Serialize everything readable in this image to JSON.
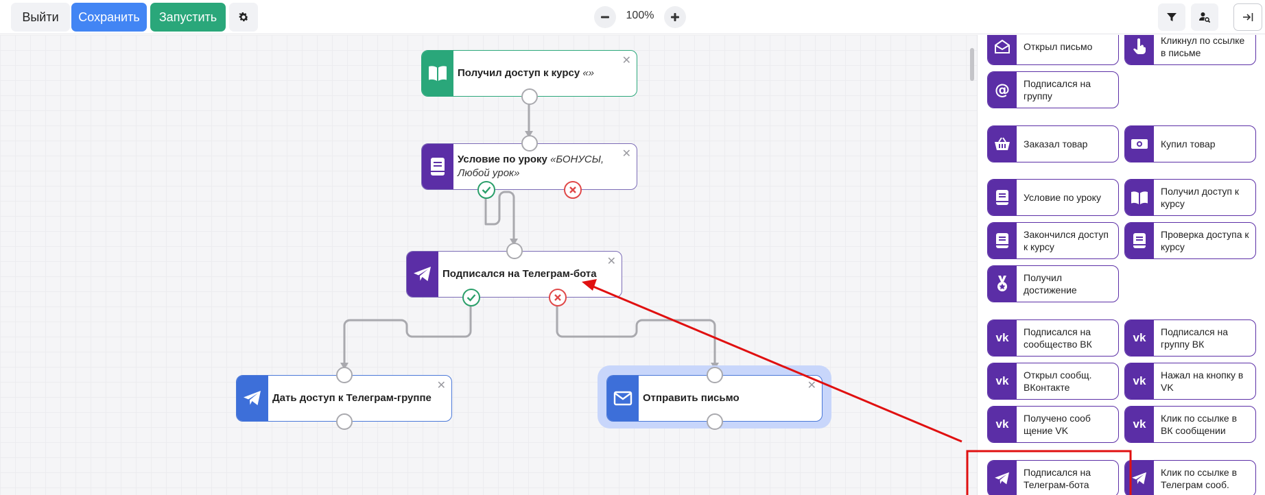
{
  "toolbar": {
    "exit_label": "Выйти",
    "save_label": "Сохранить",
    "run_label": "Запустить",
    "zoom_level": "100%",
    "icons": {
      "settings": "gear-icon",
      "zoom_out": "minus-icon",
      "zoom_in": "plus-icon",
      "filter": "filter-icon",
      "user_search": "user-search-icon",
      "collapse": "collapse-panel-icon"
    }
  },
  "colors": {
    "save": "#4285f4",
    "run": "#2aa77a",
    "purple": "#5b2ea6",
    "blue": "#3d6fd9",
    "green": "#2aa77a",
    "yes": "#2a9f6a",
    "no": "#e04848",
    "annotation": "#e01010"
  },
  "canvas": {
    "nodes": {
      "course": {
        "title": "Получил доступ к курсу",
        "detail": "«»",
        "icon": "open-book-icon"
      },
      "lesson": {
        "title": "Условие по уроку",
        "detail": "«БОНУСЫ, Любой урок»",
        "icon": "book-icon"
      },
      "telegram_bot": {
        "title": "Подписался на Телеграм-бота",
        "detail": "",
        "icon": "telegram-icon"
      },
      "telegram_group": {
        "title": "Дать доступ к Телеграм-группе",
        "detail": "",
        "icon": "telegram-icon"
      },
      "send_email": {
        "title": "Отправить письмо",
        "detail": "",
        "icon": "envelope-icon"
      }
    }
  },
  "sidebar": {
    "blocks": [
      {
        "label": "Открыл письмо",
        "icon": "envelope-open-icon"
      },
      {
        "label": "Кликнул по ссылке в письме",
        "icon": "hand-click-icon"
      },
      {
        "label": "Подписался на группу",
        "icon": "at-icon"
      },
      {
        "label": "Заказал товар",
        "icon": "basket-icon"
      },
      {
        "label": "Купил товар",
        "icon": "money-icon"
      },
      {
        "label": "Условие по уроку",
        "icon": "book-icon"
      },
      {
        "label": "Получил доступ к курсу",
        "icon": "open-book-icon"
      },
      {
        "label": "Закончился доступ к курсу",
        "icon": "book-icon"
      },
      {
        "label": "Проверка доступа к курсу",
        "icon": "book-icon"
      },
      {
        "label": "Получил достижение",
        "icon": "medal-icon"
      },
      {
        "label": "Подписался на сообщество ВК",
        "icon": "vk-icon"
      },
      {
        "label": "Подписался на группу ВК",
        "icon": "vk-icon"
      },
      {
        "label": "Открыл сообщ. ВКонтакте",
        "icon": "vk-icon"
      },
      {
        "label": "Нажал на кнопку в VK",
        "icon": "vk-icon"
      },
      {
        "label": "Получено сооб щение VK",
        "icon": "vk-icon"
      },
      {
        "label": "Клик по ссылке в ВК сообщении",
        "icon": "vk-icon"
      },
      {
        "label": "Подписался на Телеграм-бота",
        "icon": "telegram-icon"
      },
      {
        "label": "Клик по ссылке в Телеграм сооб.",
        "icon": "telegram-icon"
      }
    ]
  }
}
